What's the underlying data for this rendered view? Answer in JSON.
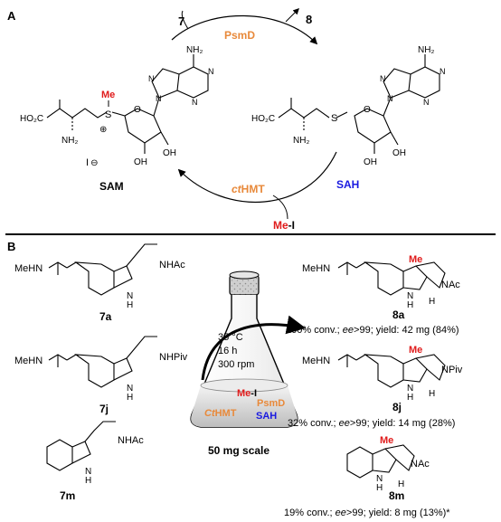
{
  "colors": {
    "orange": "#E8893A",
    "red": "#E01B1B",
    "blue": "#1A1AE0",
    "ink": "#000000",
    "rule": "#000000"
  },
  "panel_a": {
    "label": "A",
    "substrate_in": "7",
    "product_out": "8",
    "enzyme_top": "PsmD",
    "enzyme_bottom_italic": "ct",
    "enzyme_bottom_rest": "HMT",
    "methyl_in_me": "Me",
    "methyl_in_i": "-I",
    "sam_label": "SAM",
    "sah_label": "SAH",
    "sam": {
      "me": "Me",
      "s": "S",
      "plus": "⊕",
      "ho2c": "HO₂C",
      "nh2": "NH₂",
      "iodide": "I",
      "minus": "⊖",
      "oh1": "OH",
      "oh2": "OH",
      "o": "O",
      "n_amino": "NH₂",
      "n1": "N",
      "n2": "N",
      "n3": "N",
      "n4": "N"
    },
    "sah": {
      "s": "S",
      "ho2c": "HO₂C",
      "nh2": "NH₂",
      "oh1": "OH",
      "oh2": "OH",
      "o": "O",
      "n_amino": "NH₂",
      "n1": "N",
      "n2": "N",
      "n3": "N",
      "n4": "N"
    }
  },
  "panel_b": {
    "label": "B",
    "substrates": [
      {
        "id": "7a",
        "side": "NHAc",
        "carbamate": "MeHN",
        "nh": "H",
        "n": "N"
      },
      {
        "id": "7j",
        "side": "NHPiv",
        "carbamate": "MeHN",
        "nh": "H",
        "n": "N"
      },
      {
        "id": "7m",
        "side": "NHAc",
        "nh": "H",
        "n": "N"
      }
    ],
    "products": [
      {
        "id": "8a",
        "me": "Me",
        "nsub": "NAc",
        "carbamate": "MeHN",
        "h1": "H",
        "h2": "H",
        "n": "N",
        "result_pre": "100% conv.; ",
        "ee": "ee",
        "result_post": ">99; yield: 42 mg (84%)"
      },
      {
        "id": "8j",
        "me": "Me",
        "nsub": "NPiv",
        "carbamate": "MeHN",
        "h1": "H",
        "h2": "H",
        "n": "N",
        "result_pre": "32% conv.; ",
        "ee": "ee",
        "result_post": ">99; yield: 14 mg (28%)"
      },
      {
        "id": "8m",
        "me": "Me",
        "nsub": "NAc",
        "h1": "H",
        "h2": "H",
        "n": "N",
        "result_pre": "19% conv.; ",
        "ee": "ee",
        "result_post": ">99; yield: 8 mg (13%)*"
      }
    ],
    "flask": {
      "temp": "35 °C",
      "time": "16 h",
      "speed": "300 rpm",
      "me": "Me",
      "i": "-I",
      "enz_italic": "Ct",
      "enz_rest": "HMT",
      "psmd": "PsmD",
      "sah": "SAH",
      "scale": "50 mg scale"
    }
  }
}
